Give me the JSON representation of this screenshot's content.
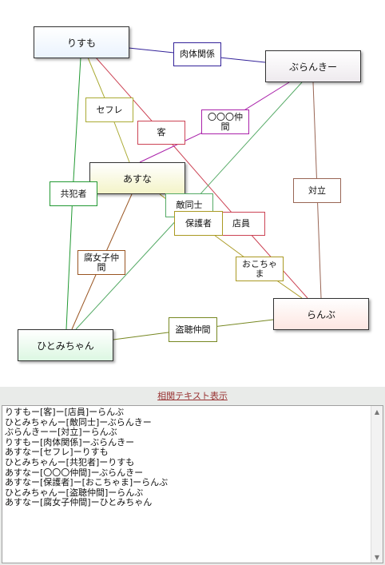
{
  "diagram": {
    "nodes": [
      {
        "id": "risumo",
        "label": "りすも",
        "fill": "#eaf3fd"
      },
      {
        "id": "buranki",
        "label": "ぶらんきー",
        "fill": "#eeeaee"
      },
      {
        "id": "asuna",
        "label": "あすな",
        "fill": "#f4f4c8"
      },
      {
        "id": "ranbu",
        "label": "らんぶ",
        "fill": "#fde6e1"
      },
      {
        "id": "hitomi",
        "label": "ひとみちゃん",
        "fill": "#dcf7e2"
      }
    ],
    "relations": [
      {
        "id": "nikutai",
        "label": "肉体関係",
        "color": "#332299"
      },
      {
        "id": "sefure",
        "label": "セフレ",
        "color": "#aaaa33"
      },
      {
        "id": "kyaku",
        "label": "客",
        "color": "#cc4455"
      },
      {
        "id": "nakama",
        "label": "〇〇〇仲間",
        "color": "#aa22aa"
      },
      {
        "id": "kyohan",
        "label": "共犯者",
        "color": "#229933"
      },
      {
        "id": "tairitsu",
        "label": "対立",
        "color": "#996655"
      },
      {
        "id": "tekidoushi",
        "label": "敵同士",
        "color": "#55aa66"
      },
      {
        "id": "hogosha",
        "label": "保護者",
        "color": "#aa9922"
      },
      {
        "id": "tenin",
        "label": "店員",
        "color": "#cc4455"
      },
      {
        "id": "fujoshi",
        "label": "腐女子仲間",
        "color": "#995522"
      },
      {
        "id": "okochama",
        "label": "おこちゃま",
        "color": "#aa9922"
      },
      {
        "id": "touchou",
        "label": "盗聴仲間",
        "color": "#778822"
      }
    ]
  },
  "toggle_link": "相関テキスト表示",
  "relation_text": "りすもー[客]ー[店員]ーらんぶ\nひとみちゃんー[敵同士]ーぶらんきー\nぶらんきーー[対立]ーらんぶ\nりすもー[肉体関係]ーぶらんきー\nあすなー[セフレ]ーりすも\nひとみちゃんー[共犯者]ーりすも\nあすなー[〇〇〇仲間]ーぶらんきー\nあすなー[保護者]ー[おこちゃま]ーらんぶ\nひとみちゃんー[盗聴仲間]ーらんぶ\nあすなー[腐女子仲間]ーひとみちゃん"
}
